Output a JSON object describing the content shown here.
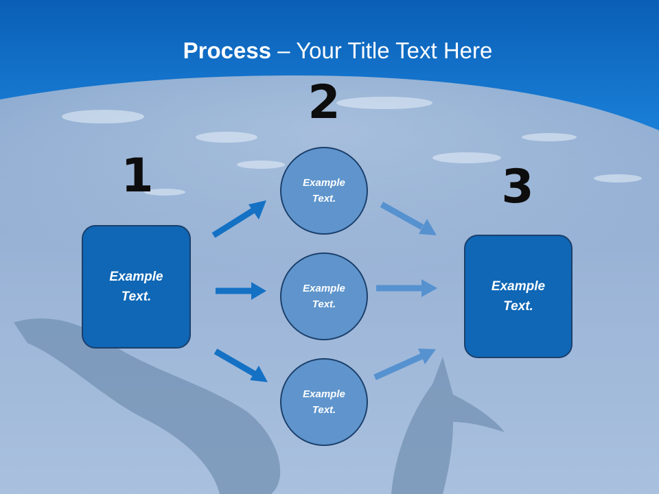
{
  "slide": {
    "title_bold": "Process",
    "title_rest": " – Your Title Text Here",
    "steps": {
      "step1": "1",
      "step2": "2",
      "step3": "3"
    },
    "left_box": "Example\nText.",
    "right_box": "Example\nText.",
    "circles": [
      "Example\nText.",
      "Example\nText.",
      "Example\nText."
    ]
  },
  "colors": {
    "header_blue": "#0d6dc4",
    "box_blue": "#0f67b5",
    "circle_blue": "#5f95cc",
    "arrow_dark": "#1471c4",
    "arrow_light": "#4f8ed0"
  }
}
